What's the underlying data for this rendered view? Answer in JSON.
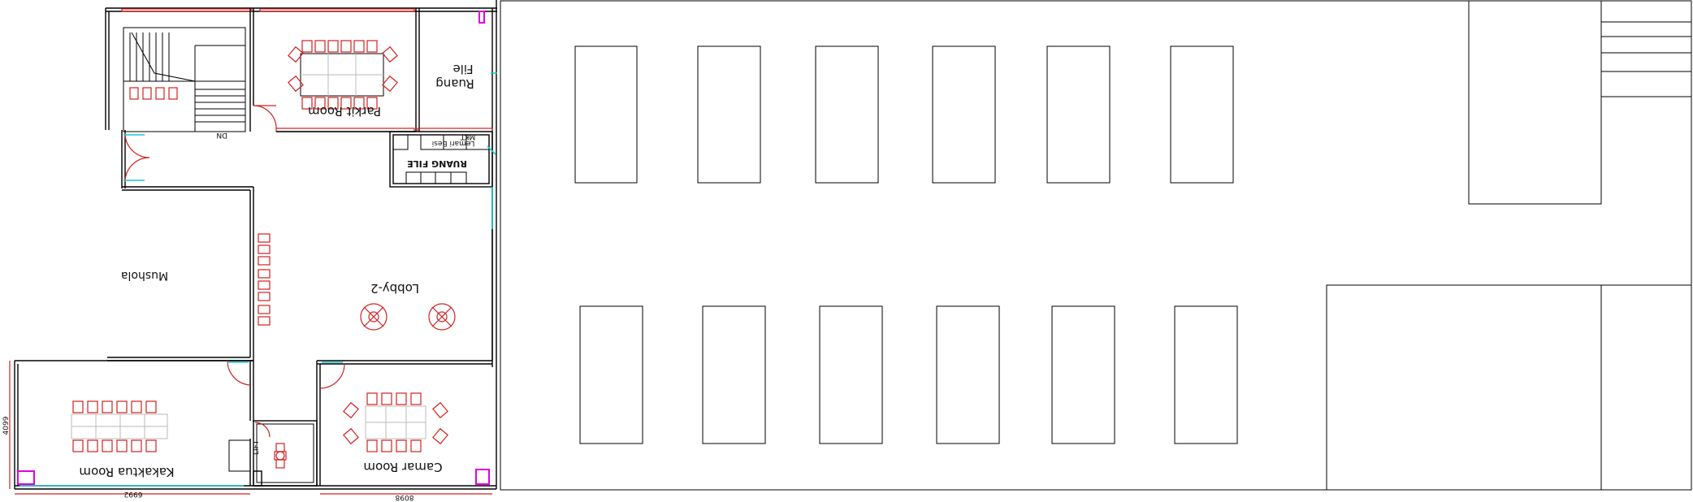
{
  "rooms": {
    "parkit": "Parkit Room",
    "ruang_file_1": "Ruang",
    "ruang_file_2": "File",
    "lemari_1": "Lemari Besi",
    "lemari_2": "MKT",
    "ruang_file_bold": "RUANG FILE",
    "mushola": "Mushola",
    "lobby": "Lobby-2",
    "kakaktua": "Kakaktua Room",
    "camar": "Camar Room",
    "stair_dn": "DN"
  },
  "dimensions": {
    "left_width": "6992",
    "camar_width": "8098",
    "left_height": "4099",
    "lift": "LIFT"
  },
  "colors": {
    "wall": "#000000",
    "furniture": "#d42020",
    "glass": "#19c8cf",
    "marker": "#e000e0"
  }
}
